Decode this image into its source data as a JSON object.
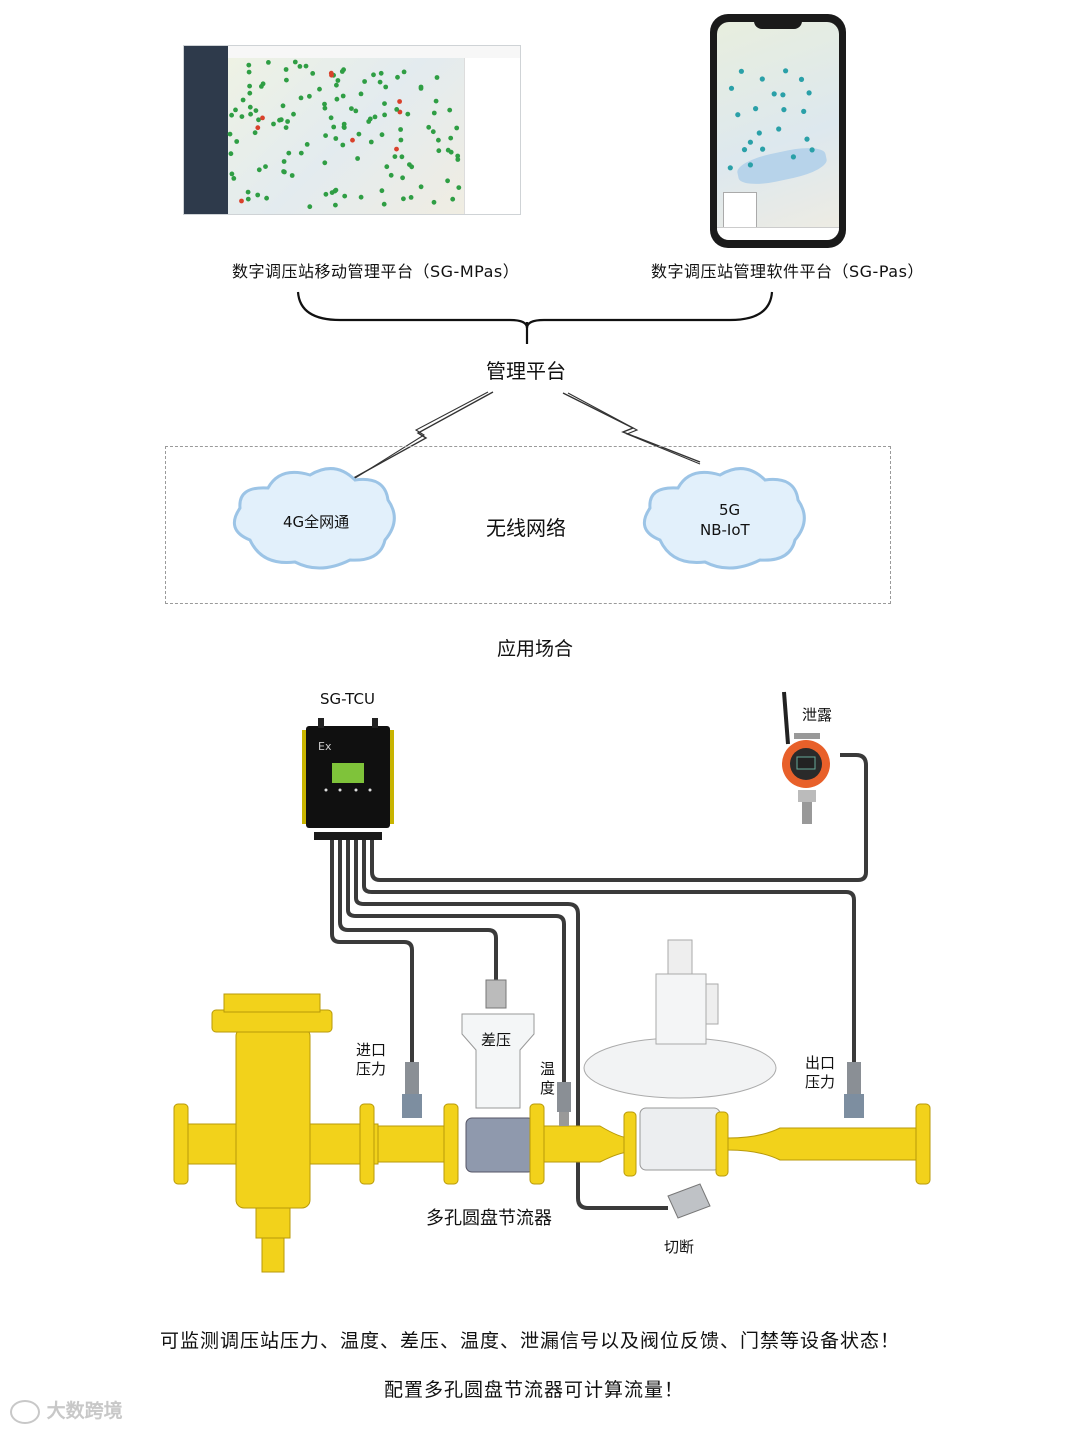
{
  "platforms": {
    "left_caption": "数字调压站移动管理平台（SG-MPas）",
    "right_caption": "数字调压站管理软件平台（SG-Pas）"
  },
  "hub_label": "管理平台",
  "network": {
    "center_label": "无线网络",
    "cloud_left": "4G全网通",
    "cloud_right_line1": "5G",
    "cloud_right_line2": "NB-IoT"
  },
  "application_label": "应用场合",
  "devices": {
    "tcu": "SG-TCU",
    "tcu_ex": "Ex",
    "leak": "泄露",
    "inlet_pressure": "进口\n压力",
    "diff_pressure": "差压",
    "temperature": "温\n度",
    "outlet_pressure": "出口\n压力",
    "orifice": "多孔圆盘节流器",
    "cutoff": "切断"
  },
  "footer": {
    "line1": "可监测调压站压力、温度、差压、温度、泄漏信号以及阀位反馈、门禁等设备状态！",
    "line2": "配置多孔圆盘节流器可计算流量！"
  },
  "watermark": "大数跨境",
  "colors": {
    "pipe_yellow": "#f2d21b",
    "pipe_shadow": "#c9a80c",
    "cable": "#3a3a3a",
    "screen_green": "#7fc33a",
    "leak_orange": "#e8602a",
    "cloud_fill": "#dfeefa",
    "cloud_stroke": "#9cc4e6"
  }
}
